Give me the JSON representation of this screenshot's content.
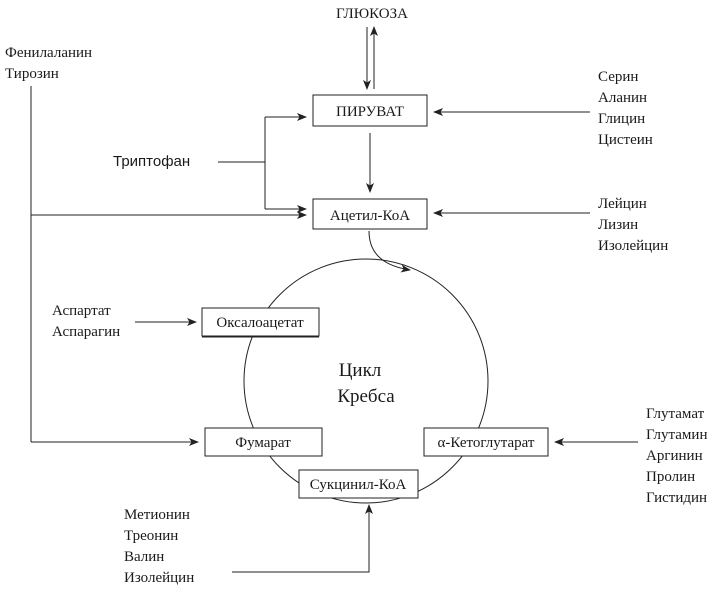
{
  "diagram": {
    "top": {
      "glucose": "ГЛЮКОЗА"
    },
    "nodes": {
      "pyruvate": "ПИРУВАТ",
      "acetyl_coa": "Ацетил-КоА",
      "oxaloacetate": "Оксалоацетат",
      "fumarate": "Фумарат",
      "alpha_kg": "α-Кетоглутарат",
      "succinyl_coa": "Сукцинил-КоА"
    },
    "cycle": {
      "line1": "Цикл",
      "line2": "Кребса"
    },
    "amino_acid_groups": {
      "phe_tyr": [
        "Фенилаланин",
        "Тирозин"
      ],
      "tryptophan": [
        "Триптофан"
      ],
      "to_pyruvate": [
        "Серин",
        "Аланин",
        "Глицин",
        "Цистеин"
      ],
      "to_acetyl": [
        "Лейцин",
        "Лизин",
        "Изолейцин"
      ],
      "to_oxaloacetate": [
        "Аспартат",
        "Аспарагин"
      ],
      "to_alpha_kg": [
        "Глутамат",
        "Глутамин",
        "Аргинин",
        "Пролин",
        "Гистидин"
      ],
      "to_succinyl": [
        "Метионин",
        "Треонин",
        "Валин",
        "Изолейцин"
      ]
    }
  }
}
